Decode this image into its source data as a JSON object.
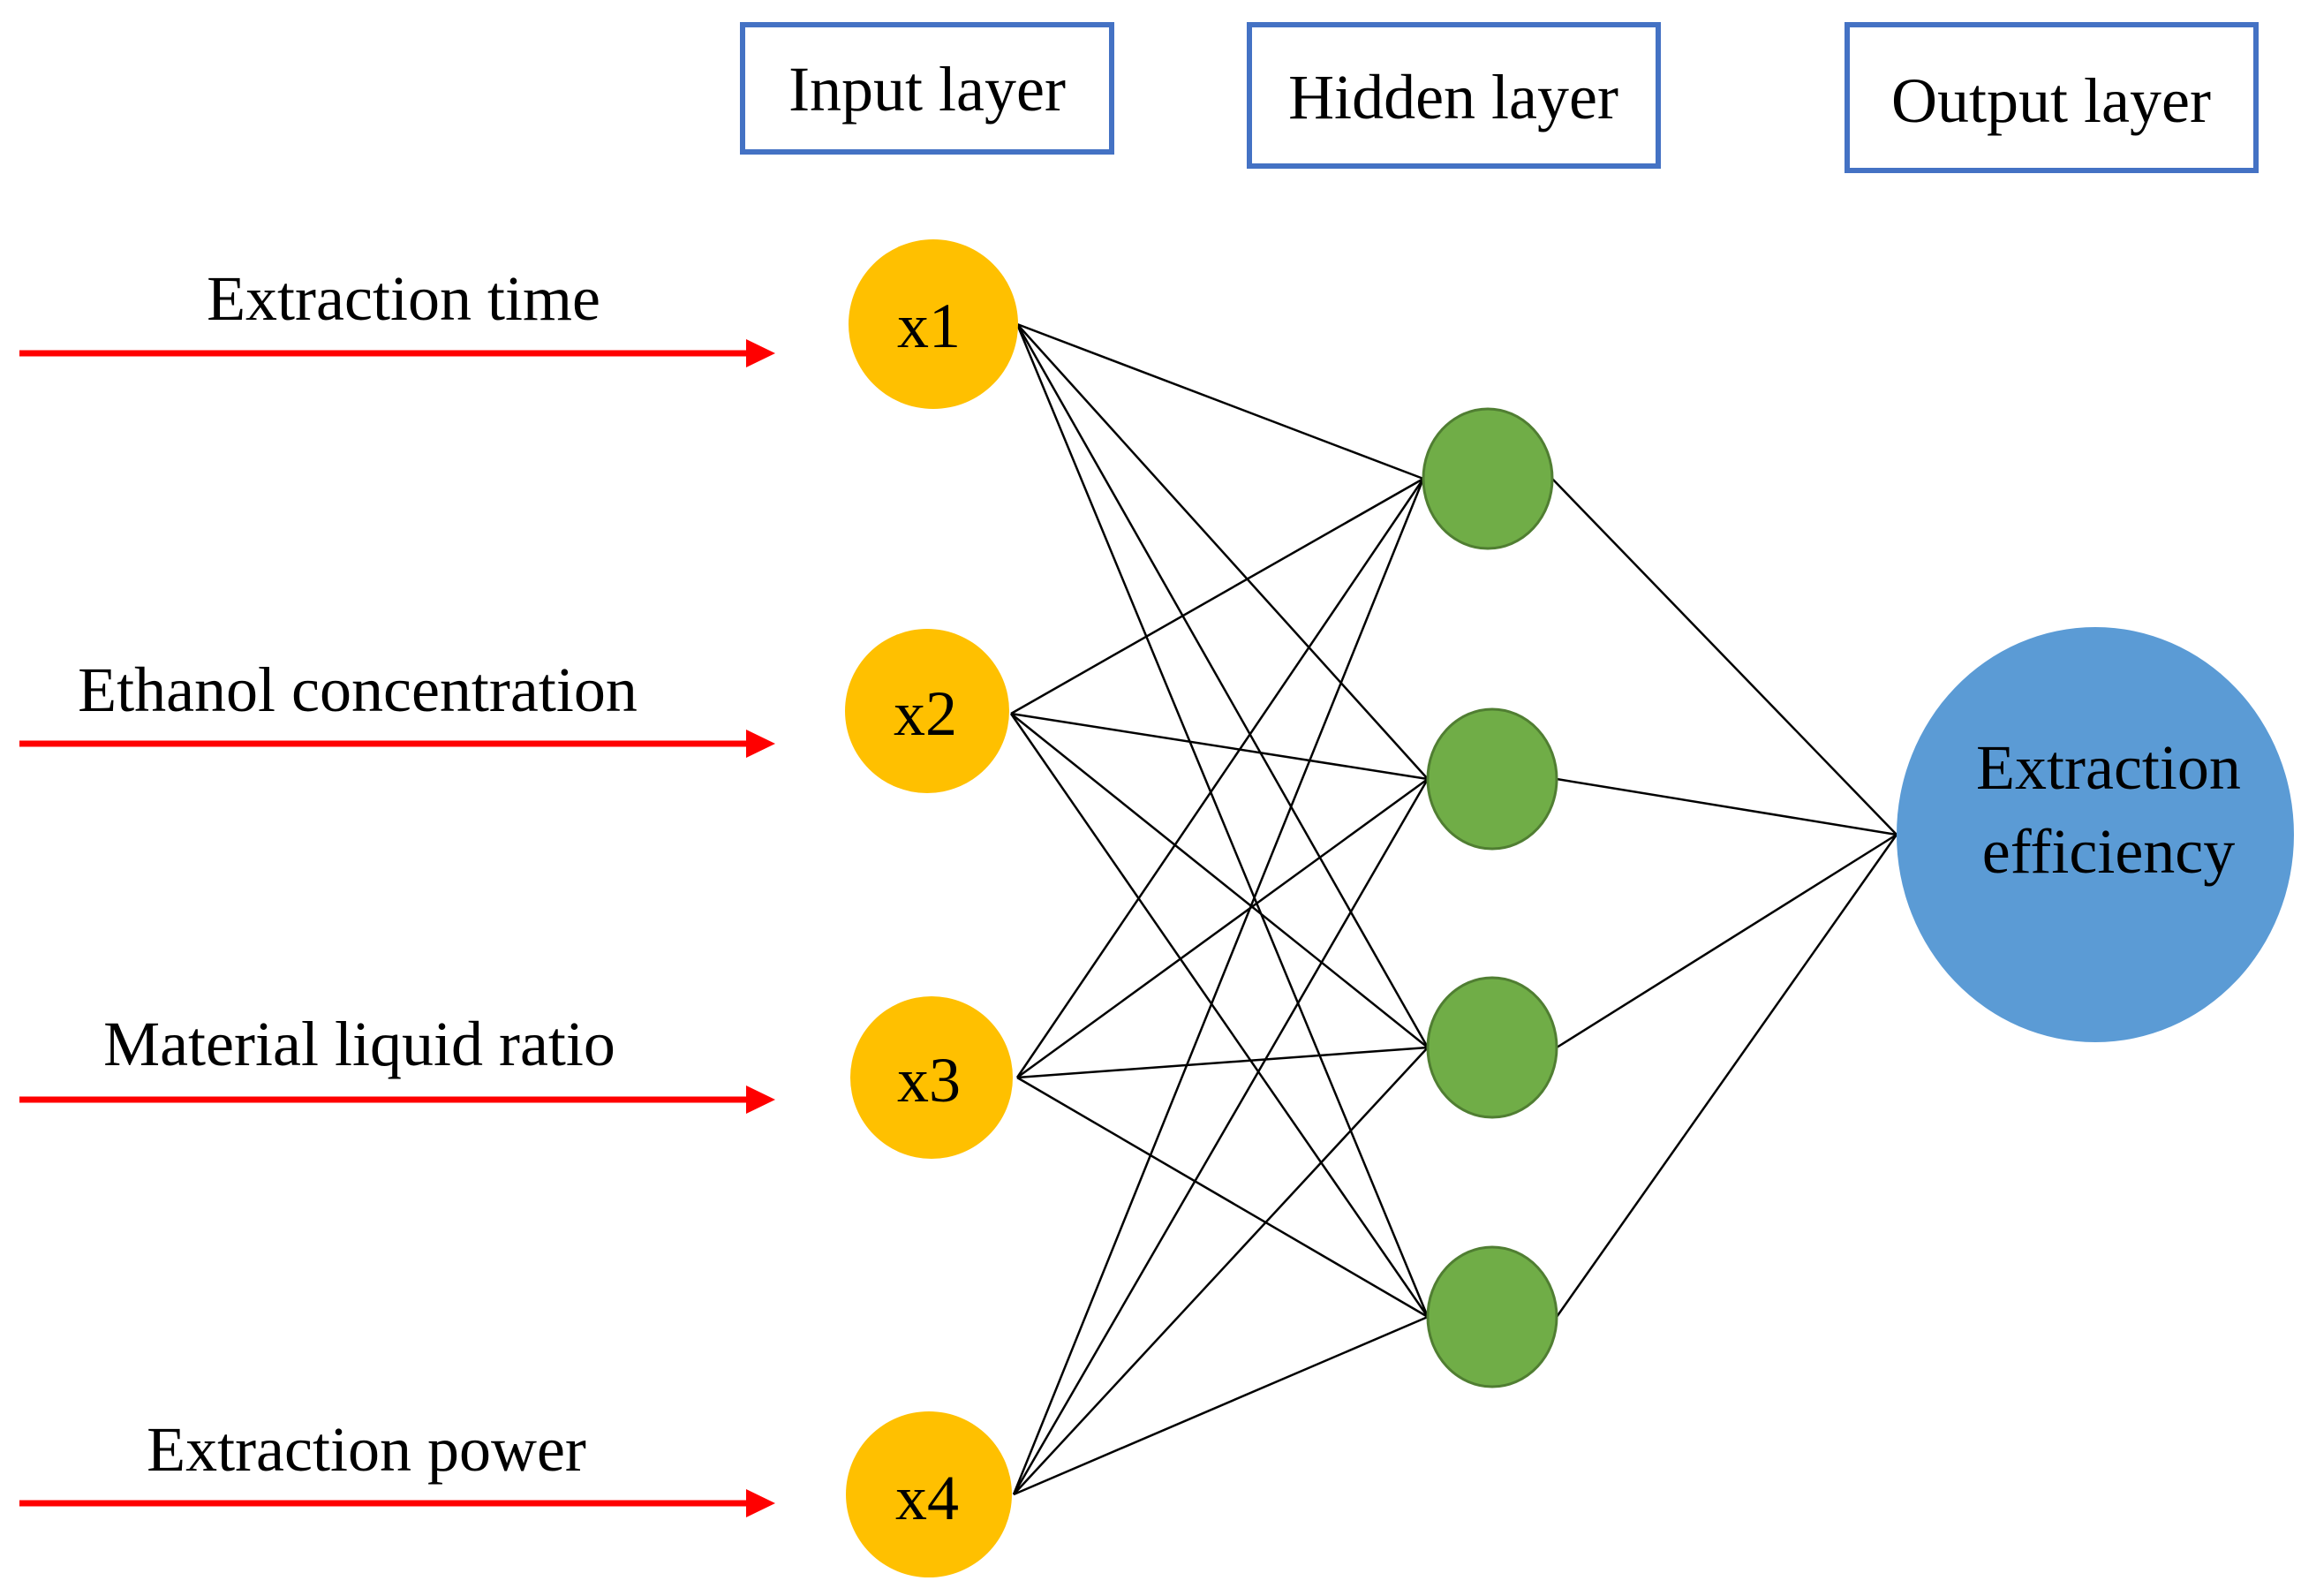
{
  "layers": {
    "input": "Input layer",
    "hidden": "Hidden layer",
    "output": "Output layer"
  },
  "inputs": [
    {
      "feature": "Extraction time",
      "node_label": "x1"
    },
    {
      "feature": "Ethanol concentration",
      "node_label": "x2"
    },
    {
      "feature": "Material liquid ratio",
      "node_label": "x3"
    },
    {
      "feature": "Extraction power",
      "node_label": "x4"
    }
  ],
  "hidden_node_count": 4,
  "output": {
    "line1": "Extraction",
    "line2": "efficiency"
  },
  "colors": {
    "input_node": "#FFC000",
    "hidden_node": "#70AD47",
    "output_node": "#5B9BD5",
    "arrow": "#FF0000",
    "box_border": "#4472C4"
  }
}
